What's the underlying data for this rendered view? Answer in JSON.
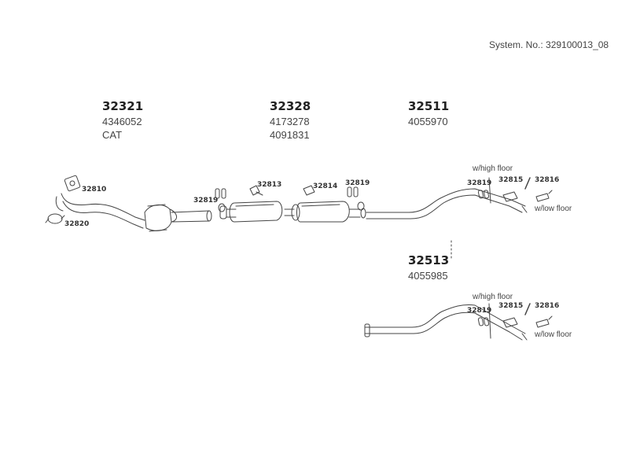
{
  "system_number": "System. No.: 329100013_08",
  "groups": {
    "g1": {
      "number": "32321",
      "lines": [
        "4346052",
        "CAT"
      ]
    },
    "g2": {
      "number": "32328",
      "lines": [
        "4173278",
        "4091831"
      ]
    },
    "g3": {
      "number": "32511",
      "lines": [
        "4055970"
      ]
    },
    "g4": {
      "number": "32513",
      "lines": [
        "4055985"
      ]
    }
  },
  "labels": {
    "p32810": "32810",
    "p32820": "32820",
    "p32819_a": "32819",
    "p32813": "32813",
    "p32814": "32814",
    "p32819_b": "32819",
    "p32819_c": "32819",
    "p32815_a": "32815",
    "p32816_a": "32816",
    "p32819_d": "32819",
    "p32815_b": "32815",
    "p32816_b": "32816"
  },
  "notes": {
    "high_a": "w/high floor",
    "low_a": "w/low floor",
    "high_b": "w/high floor",
    "low_b": "w/low floor"
  }
}
